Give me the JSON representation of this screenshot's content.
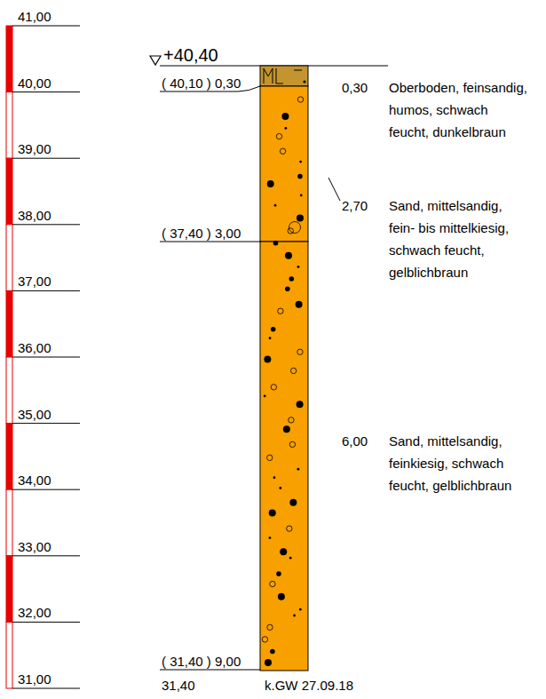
{
  "diagram": {
    "labels": [
      "41,00",
      "40,00",
      "39,00",
      "38,00",
      "37,00",
      "36,00",
      "35,00",
      "34,00",
      "33,00",
      "32,00",
      "31,00",
      "+40,40",
      "( 40,10 ) 0,30",
      "( 37,40 ) 3,00",
      "( 31,40 ) 9,00",
      "0,30",
      "Oberboden, feinsandig, humos, schwach feucht, dunkelbraun",
      "2,70",
      "Sand, mittelsandig, fein- bis mittelkiesig, schwach feucht, gelblichbraun",
      "6,00",
      "Sand, mittelsandig, feinkiesig, schwach feucht, gelblichbraun",
      "31,40",
      "k.GW 27.09.18"
    ]
  }
}
